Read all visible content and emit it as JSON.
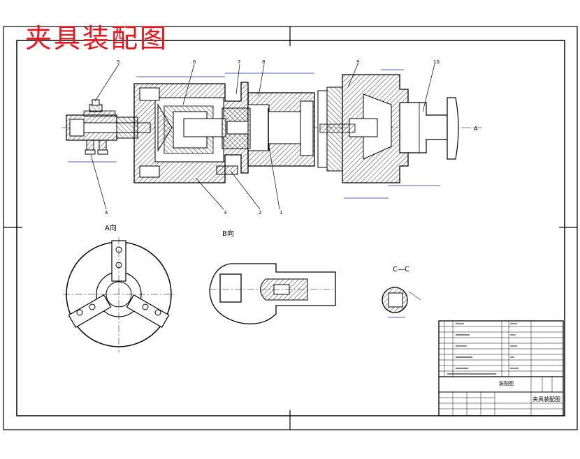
{
  "drawing": {
    "title": "夹具装配图",
    "view_a_label": "A向",
    "view_b_label": "B向",
    "section_label": "C—C",
    "axis_label": "A",
    "part_callouts": [
      "5",
      "6",
      "7",
      "8",
      "9",
      "10",
      "4",
      "3",
      "2",
      "1"
    ]
  },
  "title_block": {
    "drawing_name": "夹具装配图"
  },
  "colors": {
    "title_red": "#e8141a",
    "line": "#000000",
    "dim_blue": "#2222aa"
  }
}
